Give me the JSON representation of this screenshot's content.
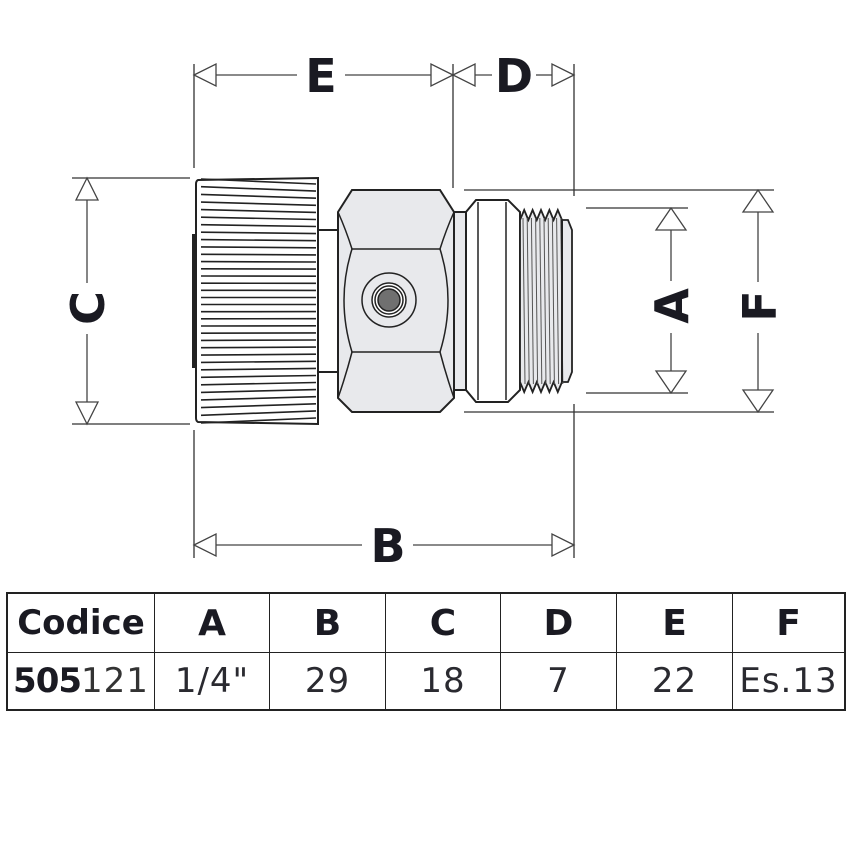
{
  "drawing": {
    "title": "Dimensional drawing of threaded fitting",
    "dimension_labels": {
      "A": "A",
      "B": "B",
      "C": "C",
      "D": "D",
      "E": "E",
      "F": "F"
    },
    "colors": {
      "line": "#222222",
      "body_fill": "#e8e9ec",
      "hole_fill": "#707070",
      "label": "#1a1a22"
    }
  },
  "table": {
    "headers": [
      "Codice",
      "A",
      "B",
      "C",
      "D",
      "E",
      "F"
    ],
    "rows": [
      {
        "code_bold": "505",
        "code_light": "121",
        "A": "1/4\"",
        "B": "29",
        "C": "18",
        "D": "7",
        "E": "22",
        "F": "Es.13"
      }
    ]
  }
}
